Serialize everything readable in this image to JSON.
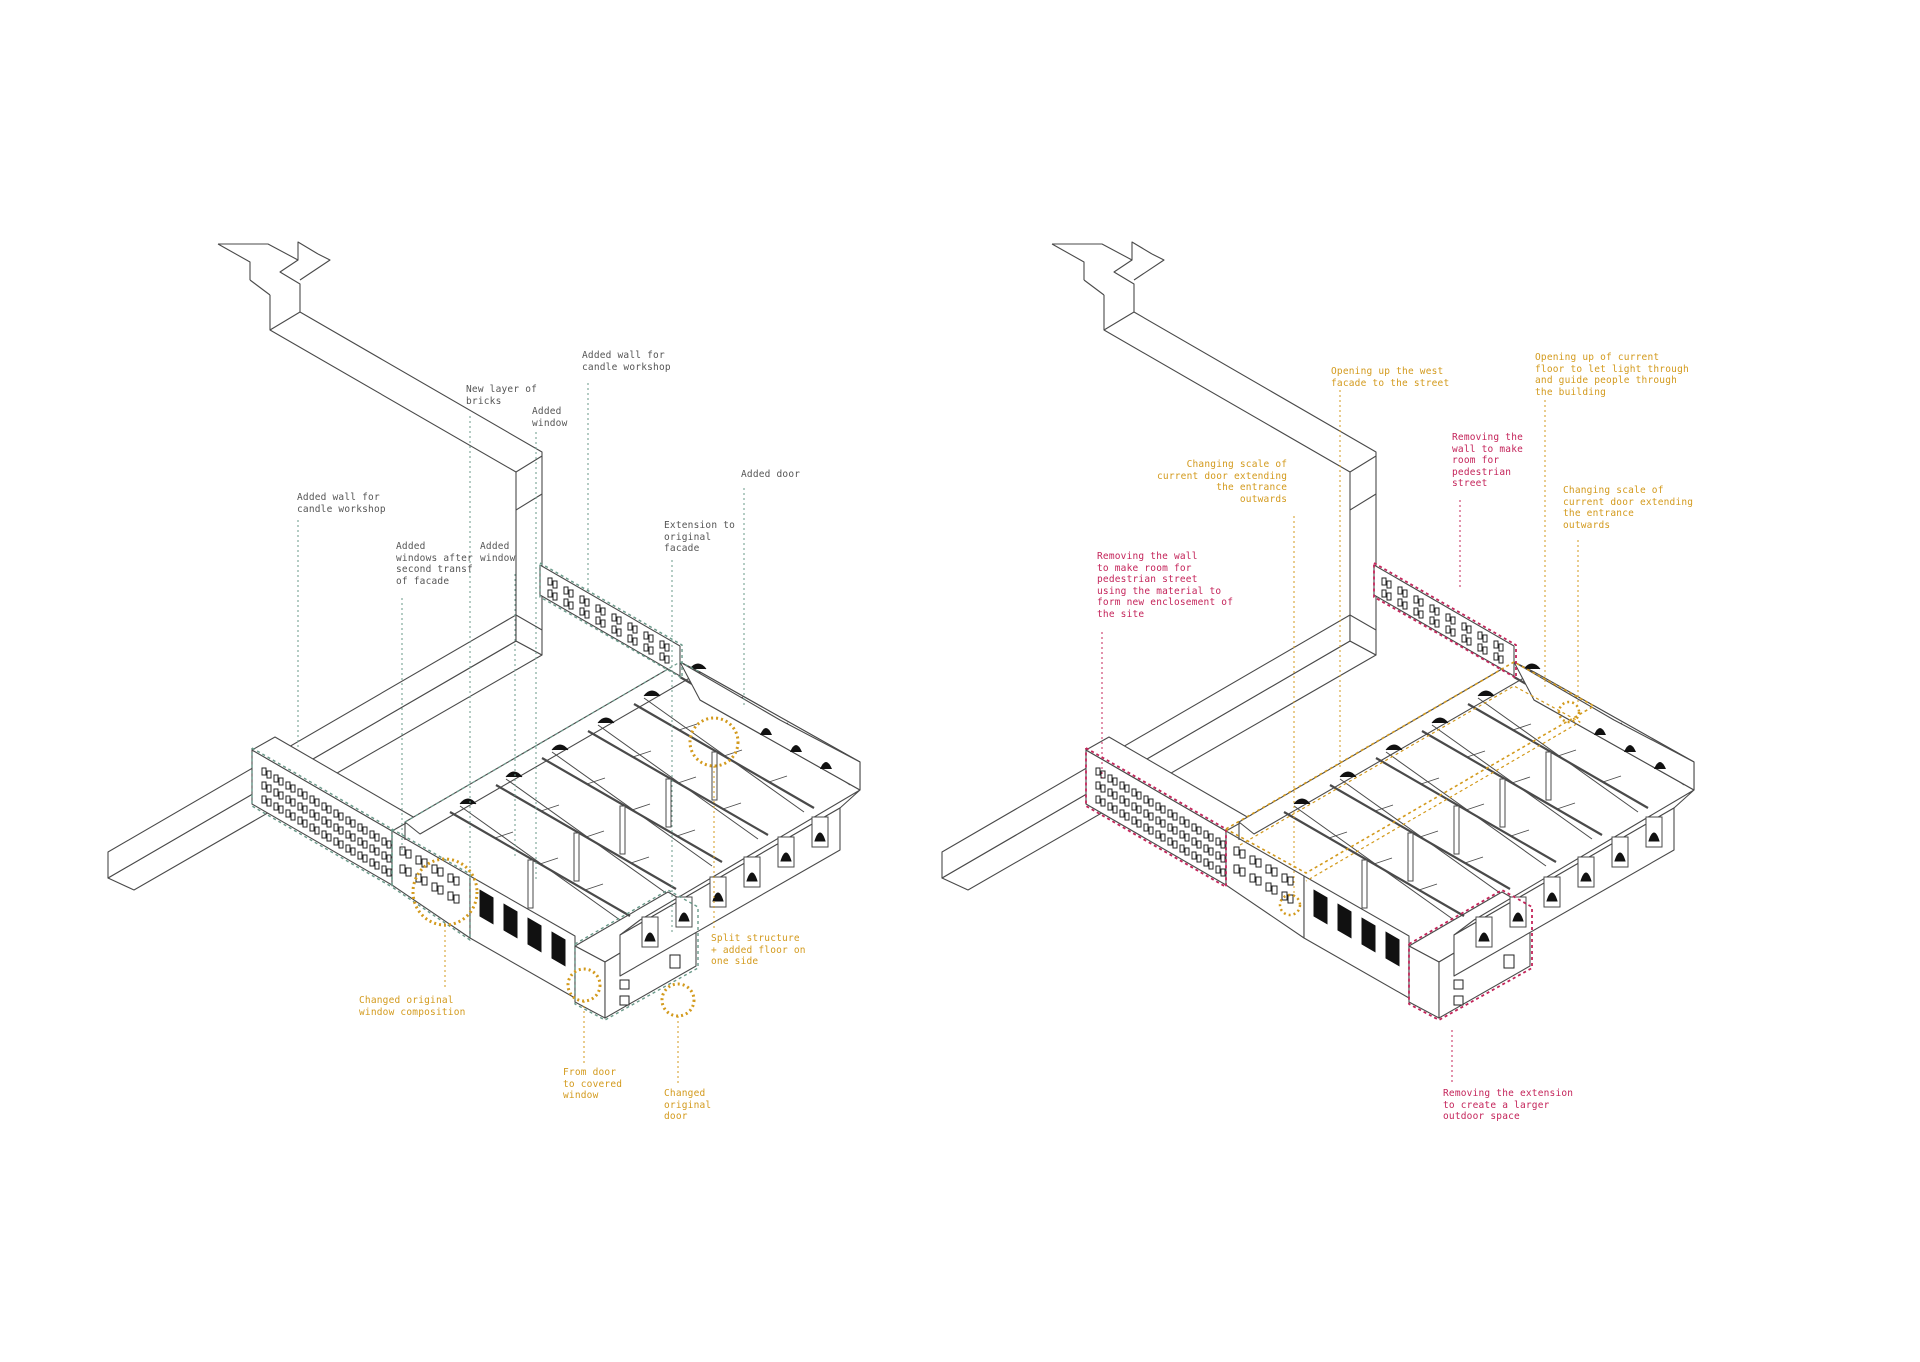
{
  "colors": {
    "line": "#4a4a4a",
    "green": "#6a9a8a",
    "yellow": "#d39a1d",
    "magenta": "#c4245a",
    "label_dark": "#555555"
  },
  "left_panel": {
    "labels": [
      {
        "id": "added-wall-candle-workshop-top",
        "text": "Added wall for\ncandle workshop",
        "color": "dark"
      },
      {
        "id": "new-layer-of-bricks",
        "text": "New layer of\nbricks",
        "color": "dark"
      },
      {
        "id": "added-window-top",
        "text": "Added\nwindow",
        "color": "dark"
      },
      {
        "id": "added-door",
        "text": "Added door",
        "color": "dark"
      },
      {
        "id": "extension-to-original-facade",
        "text": "Extension to\noriginal\nfacade",
        "color": "dark"
      },
      {
        "id": "added-wall-candle-workshop-left",
        "text": "Added wall for\ncandle workshop",
        "color": "dark"
      },
      {
        "id": "added-windows-after-second-transf",
        "text": "Added\nwindows after\nsecond transf\nof facade",
        "color": "dark"
      },
      {
        "id": "added-window-mid",
        "text": "Added\nwindow",
        "color": "dark"
      },
      {
        "id": "split-structure",
        "text": "Split structure\n+ added floor on\none side",
        "color": "yellow"
      },
      {
        "id": "changed-original-window-composition",
        "text": "Changed original\nwindow composition",
        "color": "yellow"
      },
      {
        "id": "from-door-to-covered-window",
        "text": "From door\nto covered\nwindow",
        "color": "yellow"
      },
      {
        "id": "changed-original-door",
        "text": "Changed\noriginal\ndoor",
        "color": "yellow"
      }
    ]
  },
  "right_panel": {
    "labels": [
      {
        "id": "opening-west-facade",
        "text": "Opening up the west\nfacade to the street",
        "color": "yellow"
      },
      {
        "id": "opening-current-floor",
        "text": "Opening up of current\nfloor to let light through\nand guide people through\nthe building",
        "color": "yellow"
      },
      {
        "id": "removing-wall-pedestrian-top",
        "text": "Removing the\nwall to make\nroom for\npedestrian\nstreet",
        "color": "magenta"
      },
      {
        "id": "changing-scale-door-left",
        "text": "Changing scale of\ncurrent door extending\nthe entrance\noutwards",
        "color": "yellow"
      },
      {
        "id": "changing-scale-door-right",
        "text": "Changing scale of\ncurrent door extending\nthe entrance\noutwards",
        "color": "yellow"
      },
      {
        "id": "removing-wall-enclosement",
        "text": "Removing the wall\nto make room for\npedestrian street\nusing the material to\nform new enclosement of\nthe site",
        "color": "magenta"
      },
      {
        "id": "removing-extension",
        "text": "Removing the extension\nto create a larger\noutdoor space",
        "color": "magenta"
      }
    ]
  }
}
